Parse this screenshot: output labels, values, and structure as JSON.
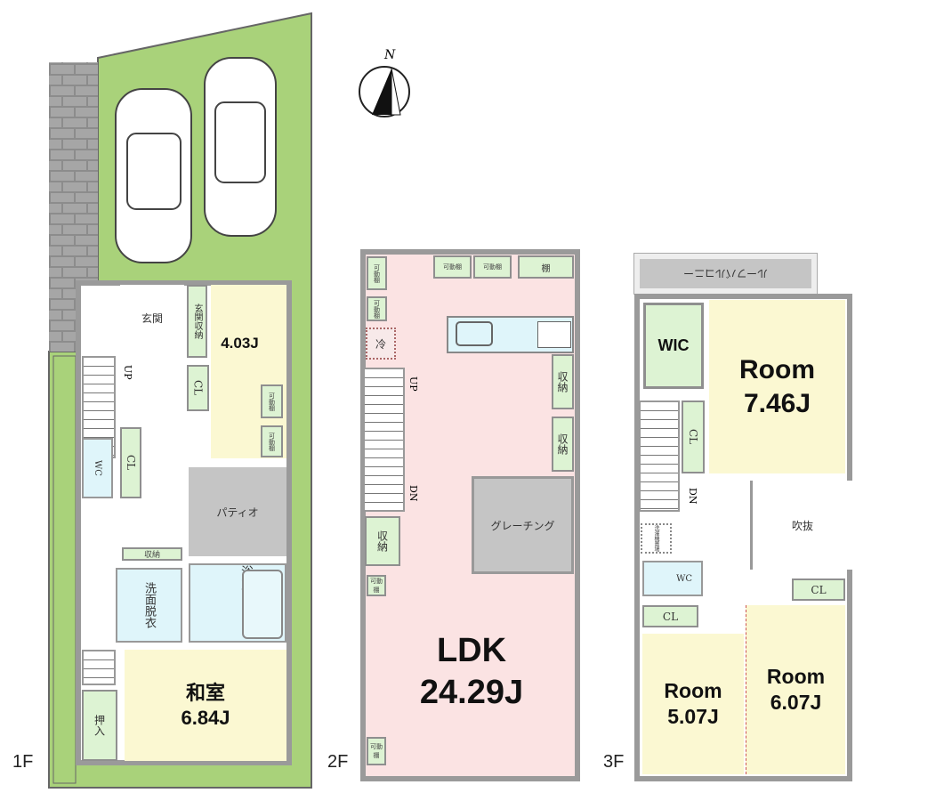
{
  "compass": {
    "north": "N"
  },
  "floors": {
    "f1": {
      "label": "1F",
      "rooms": {
        "entrance": "玄関",
        "entrance_storage": "玄関収納",
        "room_size": "4.03J",
        "closet1": "CL",
        "closet2": "CL",
        "shelf1": "可動棚",
        "shelf2": "可動棚",
        "stairs_up": "UP",
        "wc": "WC",
        "patio": "パティオ",
        "storage": "収納",
        "washroom": "洗面脱衣",
        "bath": "浴室",
        "washitsu_name": "和室",
        "washitsu_size": "6.84J",
        "oshiire": "押入"
      }
    },
    "f2": {
      "label": "2F",
      "rooms": {
        "shelf_a": "可動棚",
        "shelf_b": "可動棚",
        "shelf_c": "可動棚",
        "shelf_d": "可動棚",
        "shelf_e": "棚",
        "fridge": "冷",
        "storage1": "収納",
        "storage2": "収納",
        "storage3": "収納",
        "stairs_up": "UP",
        "stairs_dn": "DN",
        "grating": "グレーチング",
        "ldk_name": "LDK",
        "ldk_size": "24.29J",
        "shelf_f": "可動棚",
        "shelf_g": "可動棚"
      }
    },
    "f3": {
      "label": "3F",
      "rooms": {
        "balcony": "ルーフバルコニー",
        "wic": "WIC",
        "room1_name": "Room",
        "room1_size": "7.46J",
        "closet1": "CL",
        "stairs_dn": "DN",
        "void": "吹抜",
        "laundry": "洗濯機置場",
        "wc": "WC",
        "closet2": "CL",
        "closet3": "CL",
        "room2_name": "Room",
        "room2_size": "5.07J",
        "room3_name": "Room",
        "room3_size": "6.07J"
      }
    }
  },
  "colors": {
    "lot": "#a9d27a",
    "room": "#fbf8d2",
    "ldk": "#fbe3e3",
    "storage": "#ddf3d3",
    "wet": "#dff5fa",
    "wall": "#9a9a9a"
  }
}
